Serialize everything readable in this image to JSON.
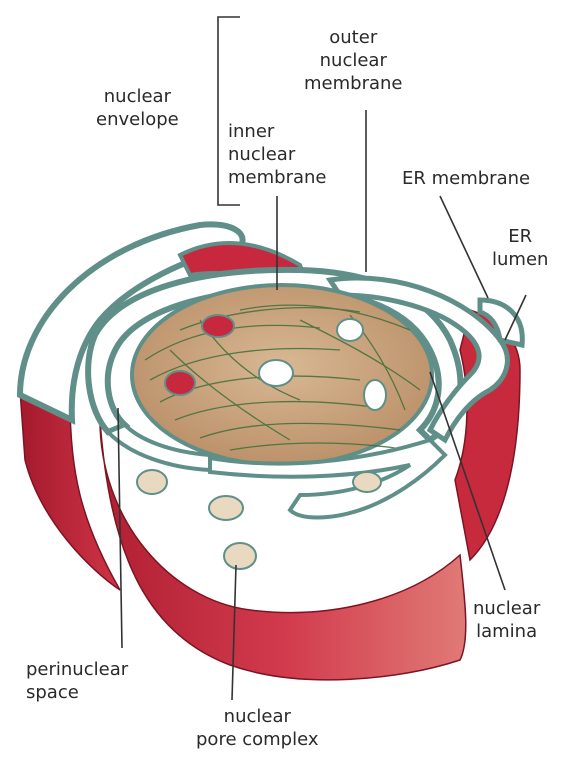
{
  "labels": {
    "nuclear_envelope": [
      "nuclear",
      "envelope"
    ],
    "outer_nuclear_membrane": [
      "outer",
      "nuclear",
      "membrane"
    ],
    "inner_nuclear_membrane": [
      "inner",
      "nuclear",
      "membrane"
    ],
    "er_membrane": [
      "ER membrane"
    ],
    "er_lumen": [
      "ER",
      "lumen"
    ],
    "nuclear_lamina": [
      "nuclear",
      "lamina"
    ],
    "perinuclear_space": [
      "perinuclear",
      "space"
    ],
    "nuclear_pore_complex": [
      "nuclear",
      "pore complex"
    ]
  },
  "colors": {
    "membrane_red": "#c8283e",
    "membrane_dark_red": "#9e1a2c",
    "membrane_edge": "#5f8f88",
    "lumen_white": "#ffffff",
    "nucleoplasm": "#c9a27c",
    "lamina_fibers": "#3f6e3a",
    "line": "#333333"
  }
}
